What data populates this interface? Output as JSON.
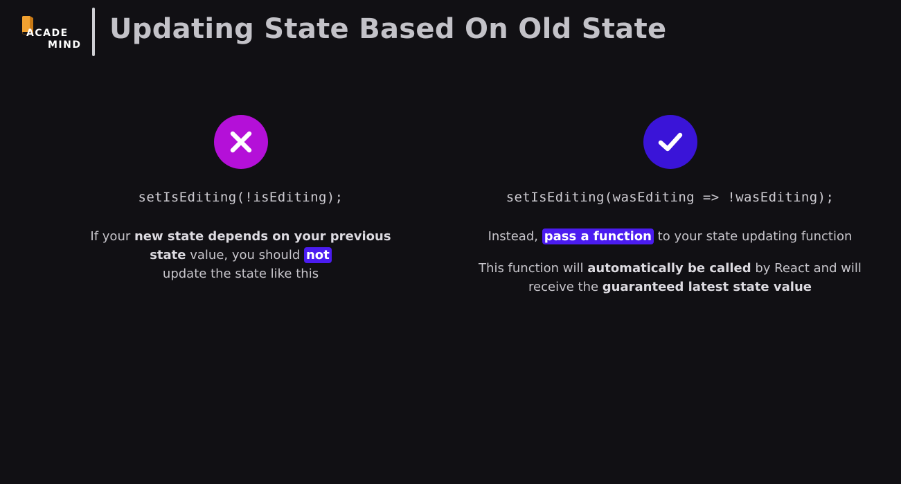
{
  "logo": {
    "line1": "ACADE",
    "line2": "MIND",
    "accent_color": "#f0a131"
  },
  "title": "Updating State Based On Old State",
  "left": {
    "icon": "x-mark-icon",
    "icon_color": "#b410d8",
    "code": "setIsEditing(!isEditing);",
    "text": {
      "p1": "If your ",
      "b1": "new state depends on your previous state",
      "p2": " value, you should ",
      "hl": "not",
      "p3": " update the state like this"
    }
  },
  "right": {
    "icon": "checkmark-icon",
    "icon_color": "#3a14d8",
    "code": "setIsEditing(wasEditing => !wasEditing);",
    "text1": {
      "p1": "Instead, ",
      "hl": "pass a function",
      "p2": " to your state updating function"
    },
    "text2": {
      "p1": "This function will ",
      "b1": "automatically be called",
      "p2": " by React and will receive the ",
      "b2": "guaranteed latest state value"
    }
  },
  "colors": {
    "background": "#111014",
    "highlight": "#4b1cf0"
  }
}
